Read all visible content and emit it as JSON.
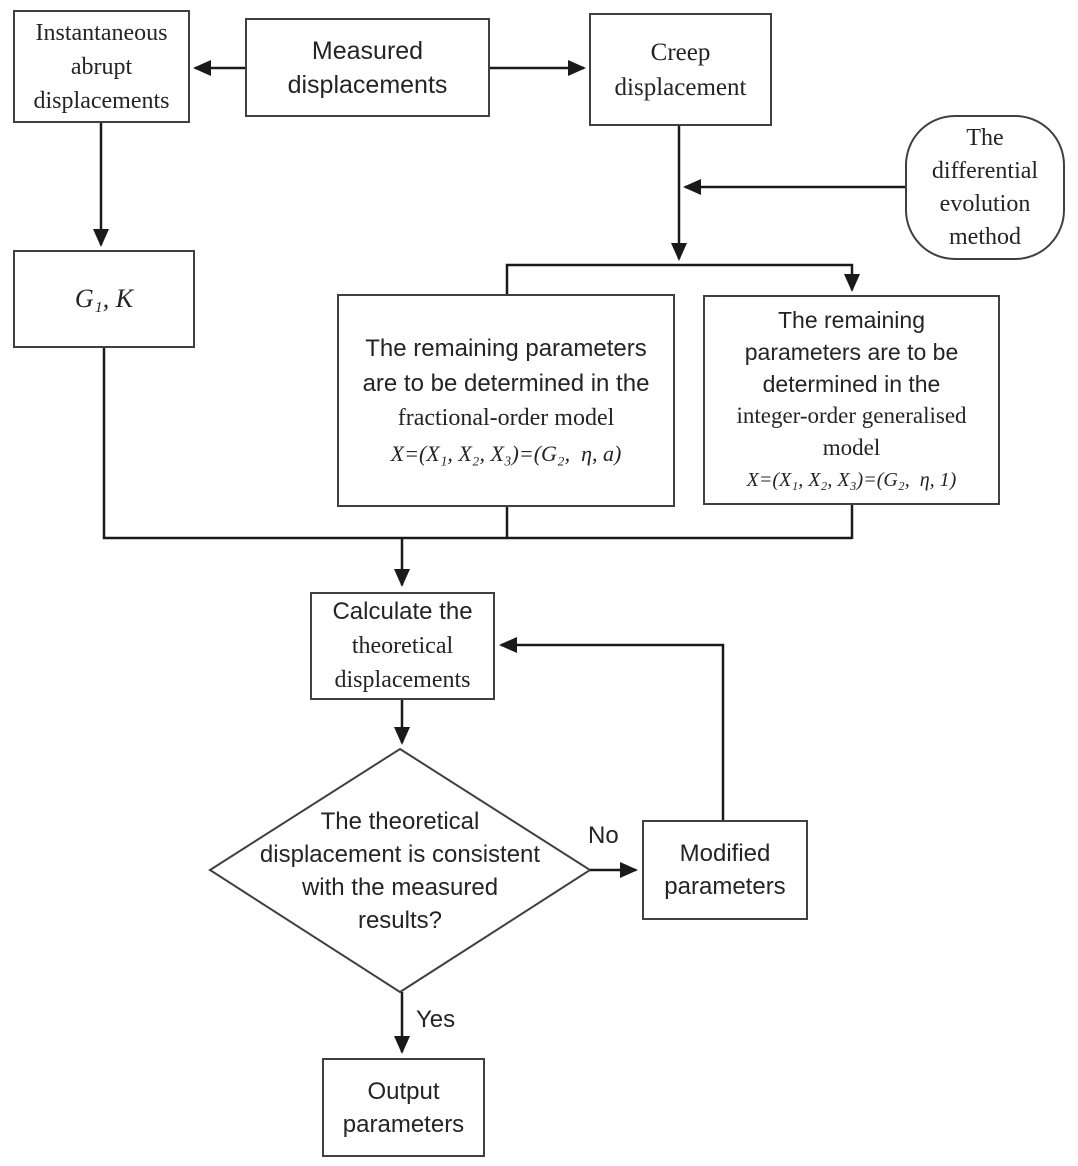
{
  "nodes": {
    "instantaneous": {
      "lines": [
        "Instantaneous",
        "abrupt",
        "displacements"
      ]
    },
    "measured": {
      "lines": [
        "Measured",
        "displacements"
      ]
    },
    "creep": {
      "lines": [
        "Creep",
        "displacement"
      ]
    },
    "differential_evolution": {
      "lines": [
        "The",
        "differential",
        "evolution",
        "method"
      ]
    },
    "g1k": {
      "lines": [
        "G₁, K"
      ]
    },
    "fractional": {
      "lines": [
        "The remaining parameters",
        "are to be determined in the",
        "fractional-order model",
        "X=(X₁, X₂, X₃)=(G₂,  η, a)"
      ]
    },
    "integer": {
      "lines": [
        "The remaining",
        "parameters are to be",
        "determined in the",
        "integer-order generalised",
        "model",
        "X=(X₁, X₂, X₃)=(G₂,  η, 1)"
      ]
    },
    "calculate": {
      "lines": [
        "Calculate the",
        "theoretical",
        "displacements"
      ]
    },
    "decision": {
      "lines": [
        "The theoretical",
        "displacement is consistent",
        "with the measured",
        "results?"
      ]
    },
    "modified": {
      "lines": [
        "Modified",
        "parameters"
      ]
    },
    "output": {
      "lines": [
        "Output",
        "parameters"
      ]
    }
  },
  "edge_labels": {
    "no": "No",
    "yes": "Yes"
  },
  "colors": {
    "background": "#ffffff",
    "connector": "#1a1a1a",
    "box_border": "#404040",
    "text": "#242424"
  }
}
